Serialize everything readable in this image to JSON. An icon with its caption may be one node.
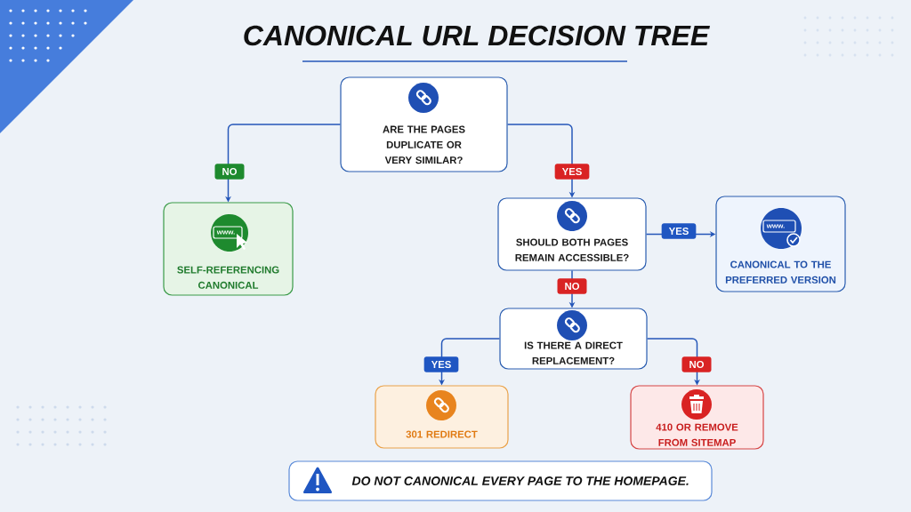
{
  "diagram": {
    "title": "CANONICAL URL DECISION TREE",
    "nodes": [
      {
        "text": [
          "ARE THE PAGES DUPLICATE OR VERY SIMILAR?"
        ]
      },
      {
        "text": [
          "SELF-REFERENCING CANONICAL"
        ]
      },
      {
        "text": [
          "SHOULD BOTH PAGES REMAIN ACCESSIBLE?"
        ]
      },
      {
        "text": [
          "CANONICAL TO THE PREFERRED VERSION"
        ]
      },
      {
        "text": [
          "IS THERE A DIRECT REPLACEMENT?"
        ]
      },
      {
        "text": [
          "301 REDIRECT"
        ]
      },
      {
        "text": [
          "410 OR REMOVE FROM SITEMAP"
        ]
      },
      {
        "text": [
          "DO NOT CANONICAL EVERY PAGE TO THE HOMEPAGE."
        ]
      }
    ],
    "edges": [
      {
        "from": 0,
        "to": 1,
        "arrow": "to",
        "label": "NO"
      },
      {
        "from": 0,
        "to": 2,
        "arrow": "to",
        "label": "YES"
      },
      {
        "from": 2,
        "to": 3,
        "arrow": "to",
        "label": "YES"
      },
      {
        "from": 2,
        "to": 4,
        "arrow": "to",
        "label": "NO"
      },
      {
        "from": 4,
        "to": 5,
        "arrow": "to",
        "label": "YES"
      },
      {
        "from": 4,
        "to": 6,
        "arrow": "to",
        "label": "NO"
      }
    ],
    "labels": [
      "www.",
      "www."
    ]
  }
}
